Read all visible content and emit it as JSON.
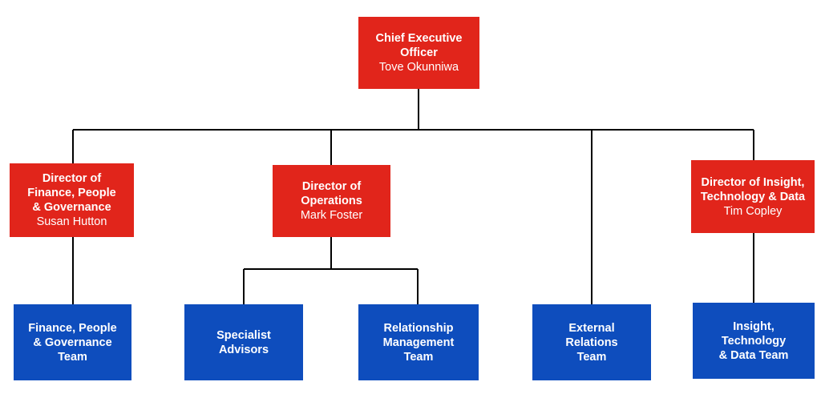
{
  "ceo": {
    "title": "Chief Executive\nOfficer",
    "name": "Tove Okunniwa"
  },
  "directors": [
    {
      "title": "Director of\nFinance, People\n& Governance",
      "name": "Susan Hutton"
    },
    {
      "title": "Director of\nOperations",
      "name": "Mark Foster"
    },
    {
      "title": "Director of Insight,\nTechnology & Data",
      "name": "Tim Copley"
    }
  ],
  "teams": [
    {
      "label": "Finance, People\n& Governance\nTeam"
    },
    {
      "label": "Specialist\nAdvisors"
    },
    {
      "label": "Relationship\nManagement\nTeam"
    },
    {
      "label": "External\nRelations\nTeam"
    },
    {
      "label": "Insight,\nTechnology\n& Data Team"
    }
  ],
  "colors": {
    "leadership_box": "#e1251b",
    "team_box": "#0e4dbd",
    "connector": "#000000",
    "text": "#ffffff"
  }
}
